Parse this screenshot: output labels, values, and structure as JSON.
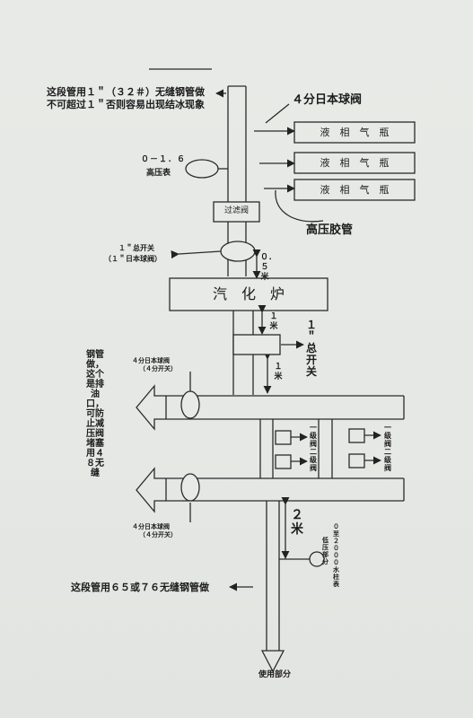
{
  "notes": {
    "top_line1": "这段管用１＂（３２＃）无缝钢管做",
    "top_line2": "不可超过１＂否则容易出现结冰现象",
    "bottom_pipe": "这段管用６５或７６无缝钢管做",
    "left_vertical": "钢管做，这个是排油口，可防止减压阀堵塞用４８无缝"
  },
  "components": {
    "ball_valve_4fen": "４分日本球阀",
    "cylinders": [
      "液　相　气　瓶",
      "液　相　气　瓶",
      "液　相　气　瓶"
    ],
    "gauge_range": "０－１．６",
    "gauge_name": "高压表",
    "filter_valve": "过滤阀",
    "hose": "高压胶管",
    "main_switch": "１＂总开关",
    "main_switch_sub": "（１＂日本球阀）",
    "vaporizer": "汽　化　炉",
    "main_switch_right": "１＂总开关",
    "valve_left_top": "４分日本球阀",
    "valve_left_top_sub": "（４分开关）",
    "valve_left_bottom": "４分日本球阀",
    "valve_left_bottom_sub": "（４分开关）",
    "reg_stage_left": "一级阀二级阀",
    "reg_stage_right": "一级阀二级阀",
    "low_gauge": "０至２０００水柱表",
    "low_gauge_name": "低压部分",
    "use_part": "使用部分"
  },
  "dimensions": {
    "d_half_m": "０．５米",
    "d_1m_a": "１米",
    "d_1m_b": "１米",
    "d_2m": "２米"
  }
}
